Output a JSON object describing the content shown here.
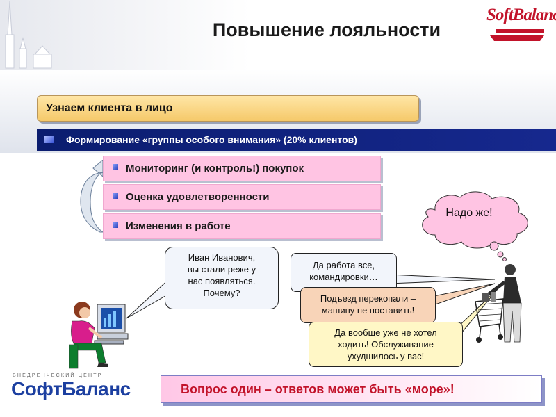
{
  "header": {
    "title": "Повышение лояльности",
    "brand_en": "SoftBalance"
  },
  "section": {
    "heading": "Узнаем клиента в лицо",
    "subheading": "Формирование «группы особого внимания» (20% клиентов)"
  },
  "actions": [
    {
      "label": "Мониторинг (и контроль!) покупок"
    },
    {
      "label": "Оценка удовлетворенности"
    },
    {
      "label": "Изменения в работе"
    }
  ],
  "dialog": {
    "question_lines": [
      "Иван Иванович,",
      "вы стали реже у",
      "нас появляться.",
      "Почему?"
    ],
    "answers": [
      {
        "lines": [
          "Да работа все,",
          "командировки…"
        ]
      },
      {
        "lines": [
          "Подъезд перекопали –",
          "машину не поставить!"
        ]
      },
      {
        "lines": [
          "Да вообще уже не хотел",
          "ходить! Обслуживание",
          "ухудшилось у вас!"
        ]
      }
    ],
    "thought": "Надо же!"
  },
  "footer": {
    "banner": "Вопрос один – ответов может быть «море»!",
    "brand_ru": "СофтБаланс",
    "brand_ru_sub": "ВНЕДРЕНЧЕСКИЙ ЦЕНТР"
  },
  "colors": {
    "accent_red": "#c2132a",
    "navy": "#0b1d6f",
    "pink": "#ffc4e3",
    "yellow": "#f5c96a",
    "brand_blue": "#1c3fa0"
  }
}
